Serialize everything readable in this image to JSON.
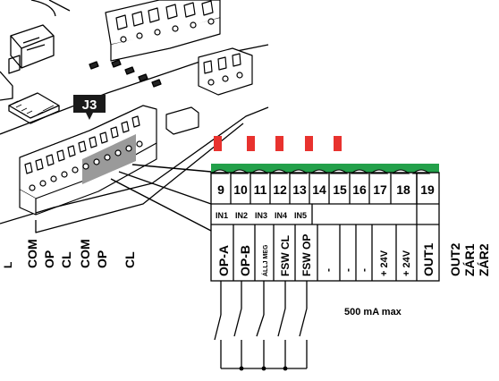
{
  "connector_name": "J3",
  "left_labels": [
    "L",
    "COM",
    "OP",
    "CL",
    "COM",
    "OP",
    "CL"
  ],
  "terminal_numbers": [
    "9",
    "10",
    "11",
    "12",
    "13",
    "14",
    "15",
    "16",
    "17",
    "18",
    "19"
  ],
  "input_labels": [
    "IN1",
    "IN2",
    "IN3",
    "IN4",
    "IN5"
  ],
  "terminal_functions": [
    "OP-A",
    "OP-B",
    "ÁLLJ MEG",
    "FSW CL",
    "FSW OP",
    "-",
    "-",
    "-",
    "+ 24V",
    "+ 24V",
    "OUT1"
  ],
  "output_labels": [
    "OUT2",
    "ZÁR1",
    "ZÁR2"
  ],
  "max_current_note": "500 mA max",
  "colors": {
    "led_red": "#e8322e",
    "terminal_green": "#23a04a",
    "connector_gray": "#9a9a9a"
  }
}
